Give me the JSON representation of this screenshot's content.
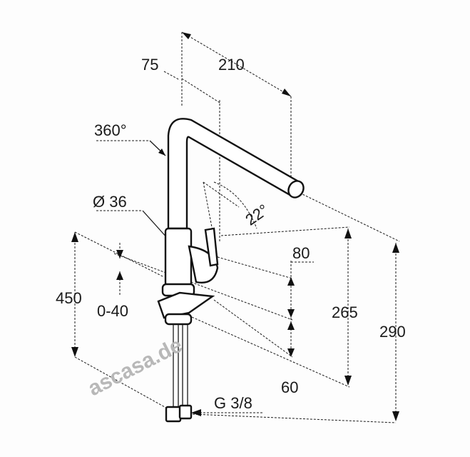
{
  "drawing": {
    "dimensions": {
      "offset_75": "75",
      "reach_210": "210",
      "rotation": "360°",
      "diameter": "Ø 36",
      "lever_angle": "22°",
      "height_80": "80",
      "height_265": "265",
      "height_290": "290",
      "hose_450": "450",
      "deck_thickness": "0-40",
      "height_60": "60",
      "connection": "G 3/8"
    },
    "watermark": "ascasa.de"
  }
}
